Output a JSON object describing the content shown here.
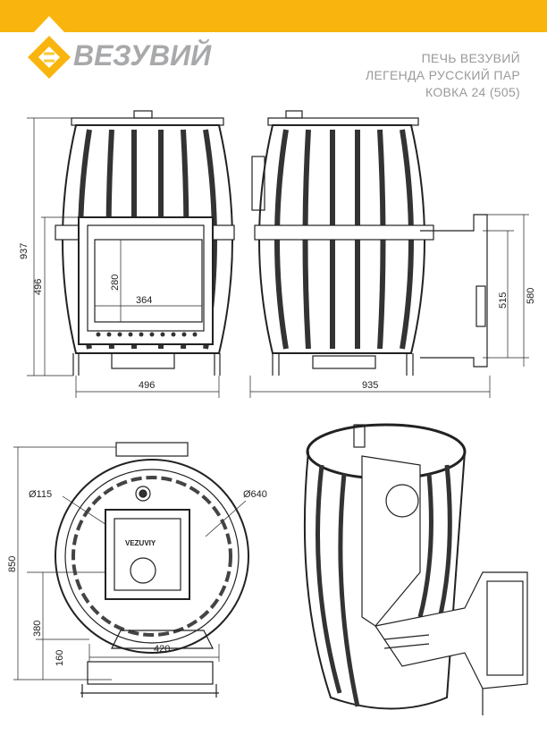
{
  "colors": {
    "accent": "#F9B50E",
    "logo_gray": "#A8A9AB",
    "title_gray": "#9A9A9A"
  },
  "brand": {
    "name": "ВЕЗУВИЙ"
  },
  "title": {
    "line1": "ПЕЧЬ ВЕЗУВИЙ",
    "line2": "ЛЕГЕНДА РУССКИЙ ПАР",
    "line3": "КОВКА 24 (505)"
  },
  "front_view": {
    "height_total": "937",
    "height_door": "496",
    "glass_height": "280",
    "glass_width": "364",
    "width": "496"
  },
  "side_view": {
    "length": "935",
    "dim_515": "515",
    "dim_580": "580"
  },
  "top_view": {
    "pipe_diameter": "Ø115",
    "body_diameter": "Ø640",
    "depth": "850",
    "dim_380": "380",
    "dim_160": "160",
    "dim_420": "420",
    "stamp": "VEZUVIY"
  }
}
